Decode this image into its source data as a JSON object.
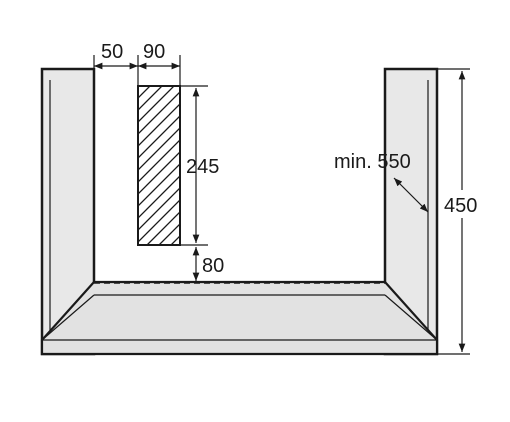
{
  "dimensions": {
    "gap_left": "50",
    "vent_width": "90",
    "vent_height": "245",
    "vent_bottom_offset": "80",
    "min_depth": "min. 550",
    "total_height": "450"
  }
}
